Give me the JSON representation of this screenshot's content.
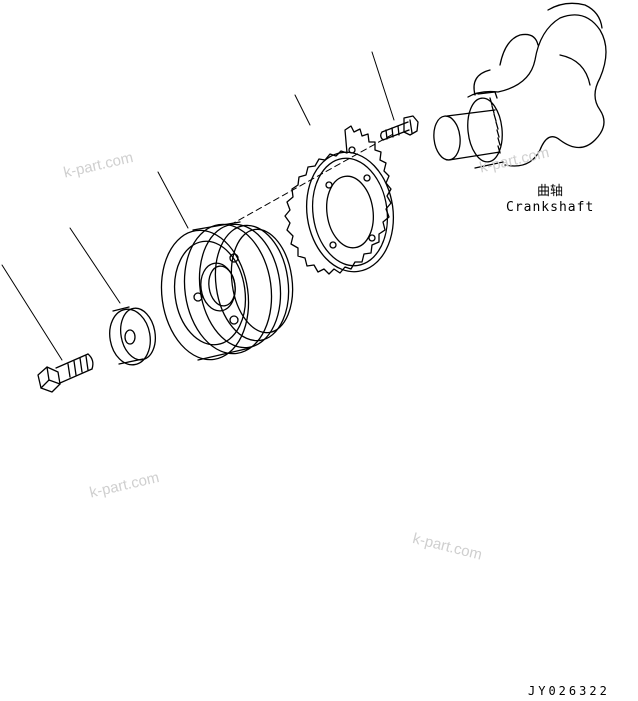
{
  "crankshaft": {
    "label_cn": "曲轴",
    "label_en": "Crankshaft"
  },
  "drawing_code": "JY026322",
  "watermarks": [
    "k-part.com",
    "k-part.com",
    "k-part.com",
    "k-part.com"
  ],
  "colors": {
    "line": "#000000",
    "watermark": "#cfcfcf",
    "background": "#ffffff"
  }
}
